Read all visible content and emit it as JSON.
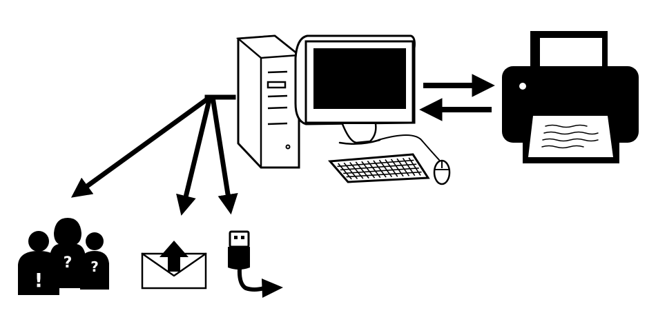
{
  "diagram": {
    "nodes": [
      {
        "id": "computer",
        "icon": "desktop-computer-icon"
      },
      {
        "id": "printer",
        "icon": "printer-icon"
      },
      {
        "id": "people",
        "icon": "people-icon"
      },
      {
        "id": "email",
        "icon": "email-upload-icon"
      },
      {
        "id": "usb",
        "icon": "usb-drive-icon"
      }
    ],
    "edges": [
      {
        "from": "computer",
        "to": "printer"
      },
      {
        "from": "printer",
        "to": "computer"
      },
      {
        "from": "computer",
        "to": "people"
      },
      {
        "from": "computer",
        "to": "email"
      },
      {
        "from": "computer",
        "to": "usb"
      }
    ],
    "people_marks": [
      "!",
      "?",
      "?"
    ]
  },
  "colors": {
    "ink": "#000000",
    "paper": "#ffffff"
  }
}
